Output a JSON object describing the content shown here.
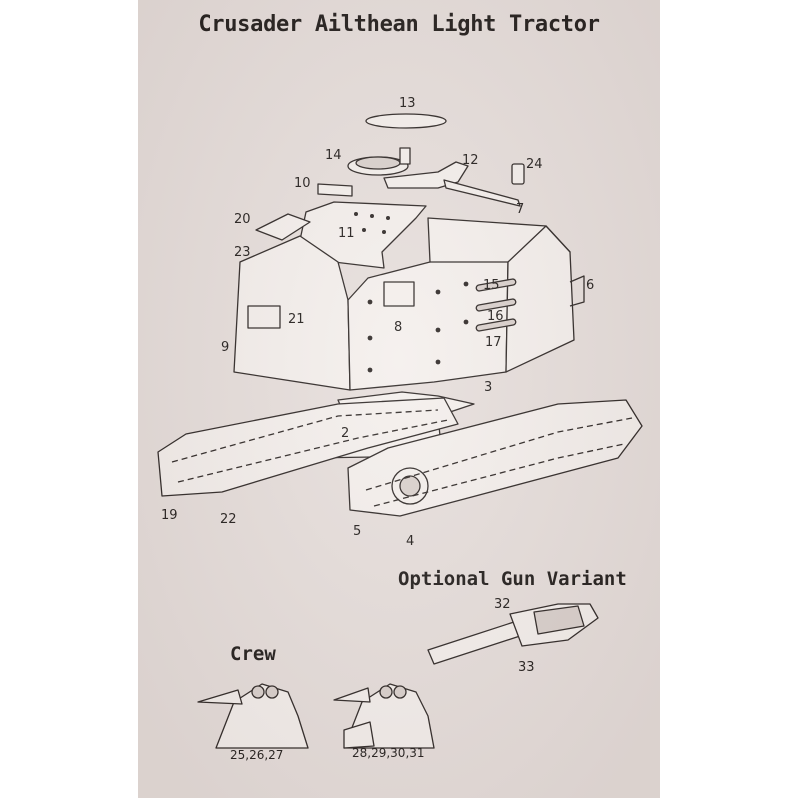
{
  "title": "Crusader Ailthean Light Tractor",
  "part_labels": {
    "p13": "13",
    "p14": "14",
    "p12": "12",
    "p24": "24",
    "p10": "10",
    "p7": "7",
    "p20": "20",
    "p11": "11",
    "p23": "23",
    "p6": "6",
    "p15": "15",
    "p16": "16",
    "p21": "21",
    "p8": "8",
    "p17": "17",
    "p9": "9",
    "p3": "3",
    "p2": "2",
    "p19": "19",
    "p22": "22",
    "p5": "5",
    "p4": "4",
    "p32": "32",
    "p33": "33"
  },
  "optional_gun": {
    "heading": "Optional Gun Variant"
  },
  "crew": {
    "heading": "Crew",
    "figure_a": "25,26,27",
    "figure_b": "28,29,30,31"
  },
  "colors": {
    "paper": "#e6dedb",
    "ink": "#1d1917",
    "line": "#2a2422",
    "fill": "#f4efec"
  }
}
